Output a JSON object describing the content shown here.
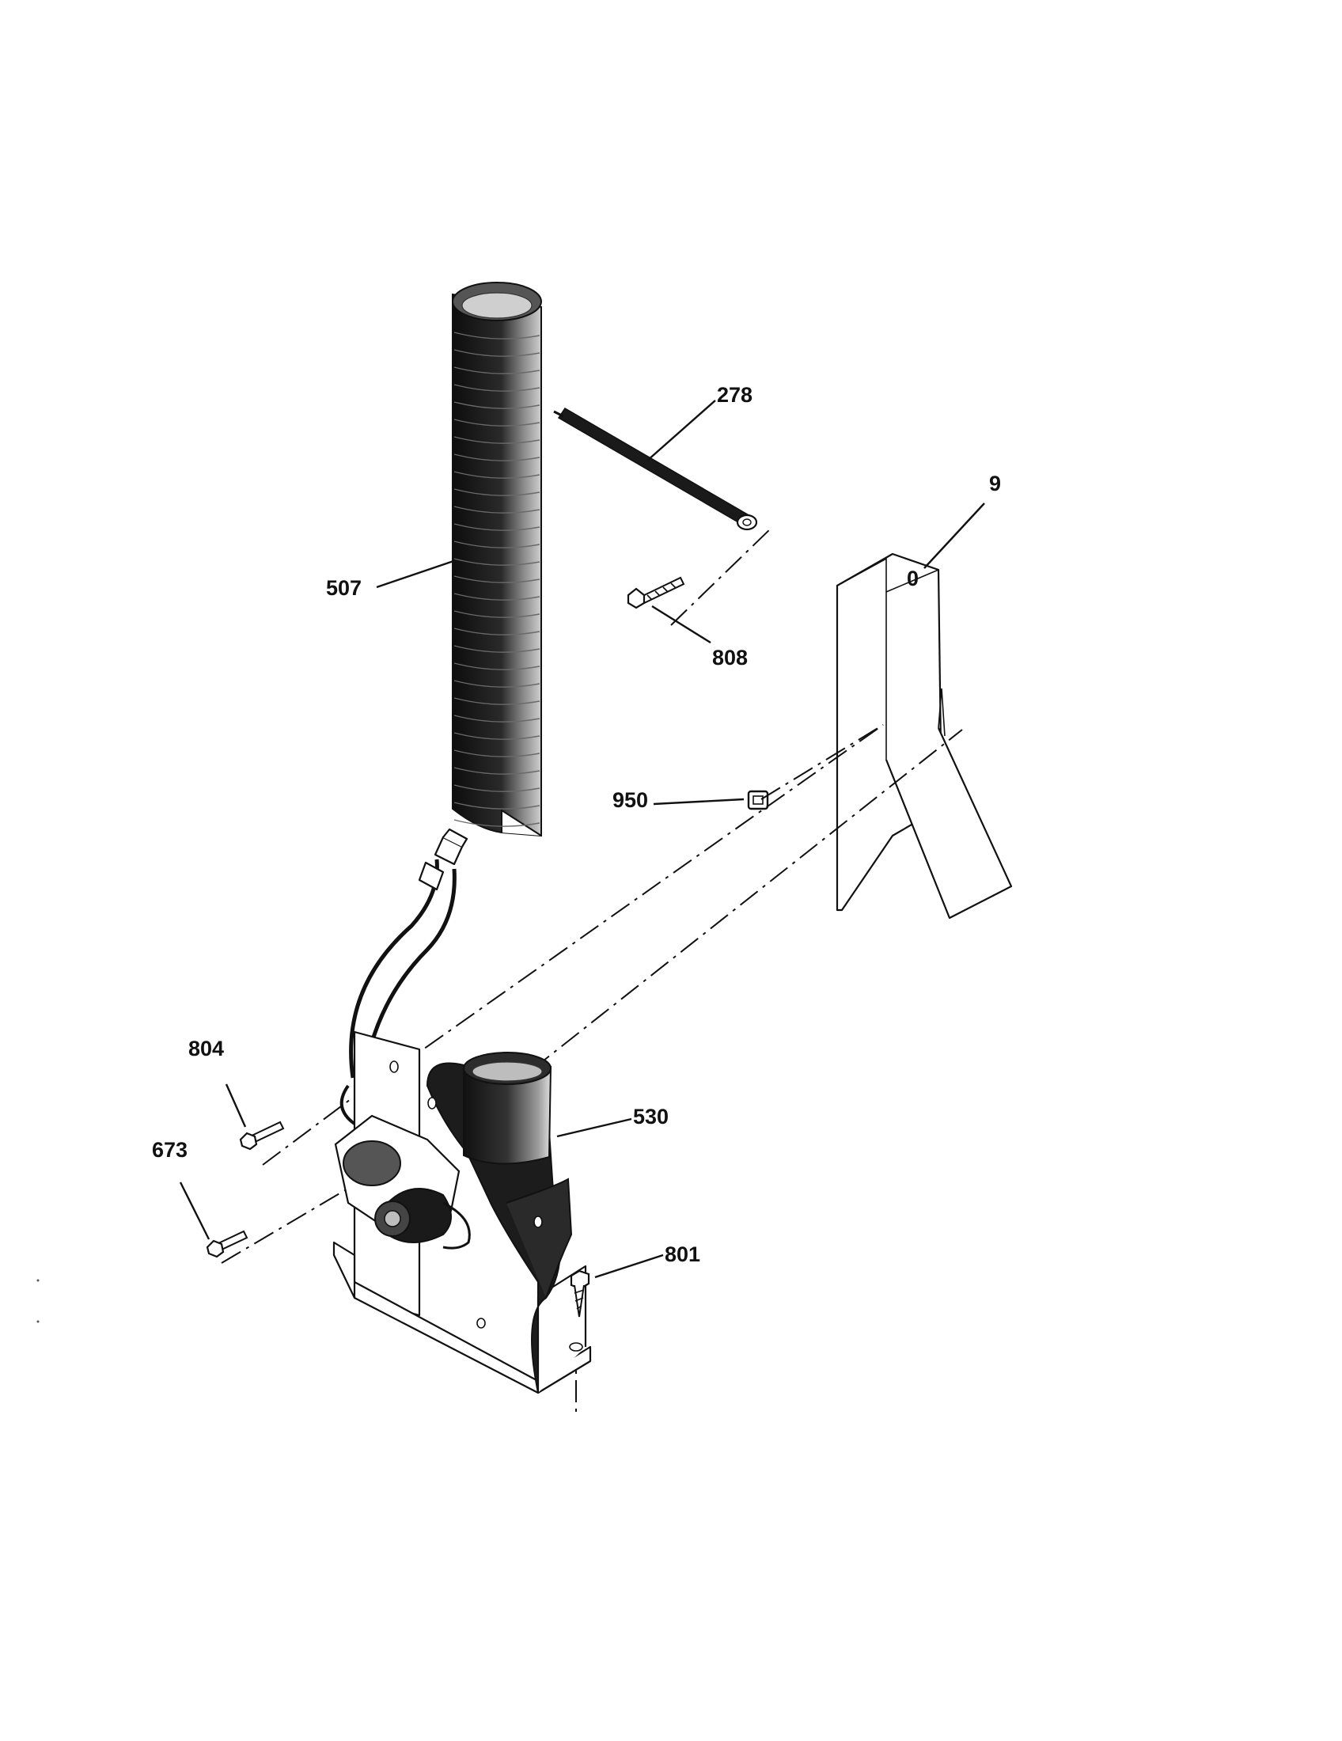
{
  "diagram": {
    "callouts": [
      {
        "id": "278",
        "label": "278"
      },
      {
        "id": "9",
        "label": "9"
      },
      {
        "id": "507",
        "label": "507"
      },
      {
        "id": "808",
        "label": "808"
      },
      {
        "id": "950",
        "label": "950"
      },
      {
        "id": "804",
        "label": "804"
      },
      {
        "id": "530",
        "label": "530"
      },
      {
        "id": "673",
        "label": "673"
      },
      {
        "id": "801",
        "label": "801"
      }
    ],
    "bracket_mark": "0"
  }
}
